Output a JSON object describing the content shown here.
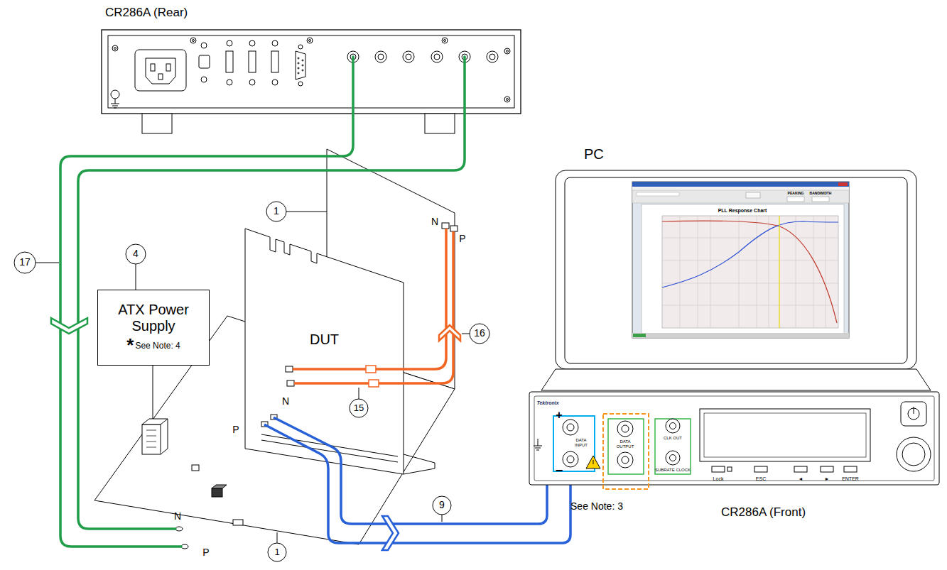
{
  "diagram": {
    "nodes": [
      {
        "text": [
          "CR286A (Rear)"
        ]
      },
      {
        "text": [
          "PC"
        ]
      },
      {
        "text": [
          "ATX Power Supply",
          "*",
          "See Note: 4"
        ]
      },
      {
        "text": [
          "DUT"
        ]
      },
      {
        "text": [
          "CR286A (Front)"
        ]
      }
    ],
    "labels": [
      "1",
      "17",
      "4",
      "N",
      "P",
      "16",
      "15",
      "N",
      "P",
      "N",
      "P",
      "9",
      "1",
      "Tektronix",
      "+",
      "−",
      "DATA INPUT",
      "DATA OUTPUT",
      "CLK OUT",
      "SUBRATE CLOCK",
      "Lock",
      "ESC",
      "◄",
      "►",
      "ENTER",
      "See Note: 3",
      "PLL Response Chart",
      "PEAKING",
      "BANDWIDTH"
    ]
  }
}
